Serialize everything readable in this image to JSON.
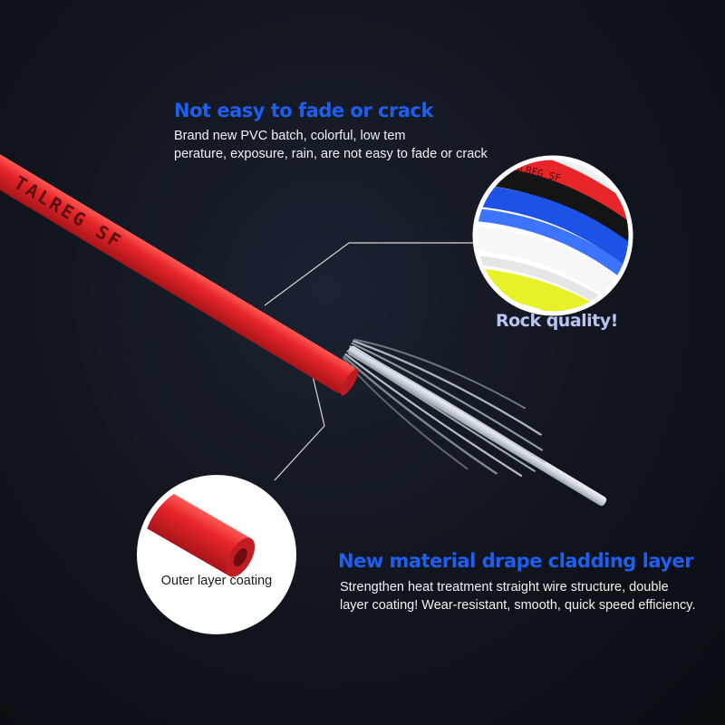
{
  "colors": {
    "headline_blue": "#1e5ef0",
    "headline_lavender": "#b9c4f2",
    "cable_red": "#e8262a",
    "callout_line": "#d8d8d8"
  },
  "fade_section": {
    "headline": "Not easy to fade or crack",
    "body_lines": [
      "Brand new PVC batch, colorful, low tem",
      "perature, exposure, rain, are not easy to fade or crack"
    ]
  },
  "color_circle": {
    "caption": "Rock quality!",
    "print_text": "TALREG SF"
  },
  "cable": {
    "print_text": "TALREG SF"
  },
  "material_section": {
    "headline": "New material drape cladding layer",
    "body_lines": [
      "Strengthen heat treatment straight wire structure, double",
      "layer coating! Wear-resistant, smooth, quick speed efficiency."
    ]
  },
  "inset_circle": {
    "label": "Outer layer coating"
  }
}
